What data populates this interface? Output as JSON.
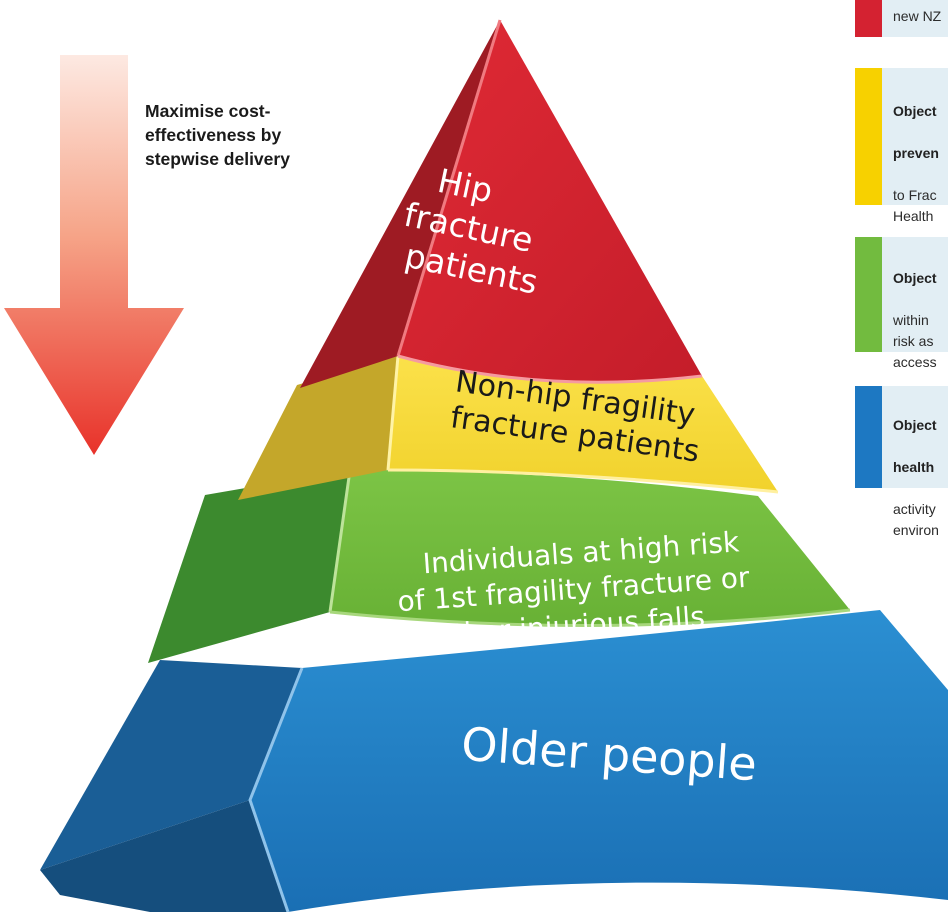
{
  "arrow": {
    "label_lines": [
      "Maximise cost-",
      "effectiveness by",
      "stepwise delivery"
    ]
  },
  "pyramid": {
    "tiers": [
      {
        "lines": [
          "Hip",
          "fracture",
          "patients"
        ],
        "color": "#d42231"
      },
      {
        "lines": [
          "Non-hip fragility",
          "fracture patients"
        ],
        "color": "#f6d93a"
      },
      {
        "lines": [
          "Individuals at high risk",
          "of 1st fragility fracture or",
          "other injurious falls"
        ],
        "color": "#72bb3f"
      },
      {
        "lines": [
          "Older people"
        ],
        "color": "#2283c6"
      }
    ]
  },
  "objectives": [
    {
      "title": "",
      "text": "new NZ",
      "color": "#d42231"
    },
    {
      "title": "Object",
      "title2": "preven",
      "text": "to Frac\nHealth",
      "color": "#f7d100"
    },
    {
      "title": "Object",
      "text": "within\nrisk as\naccess",
      "color": "#72bb3f"
    },
    {
      "title": "Object",
      "title2": "health",
      "text": "activity\nenviron",
      "color": "#1d78c2"
    }
  ]
}
